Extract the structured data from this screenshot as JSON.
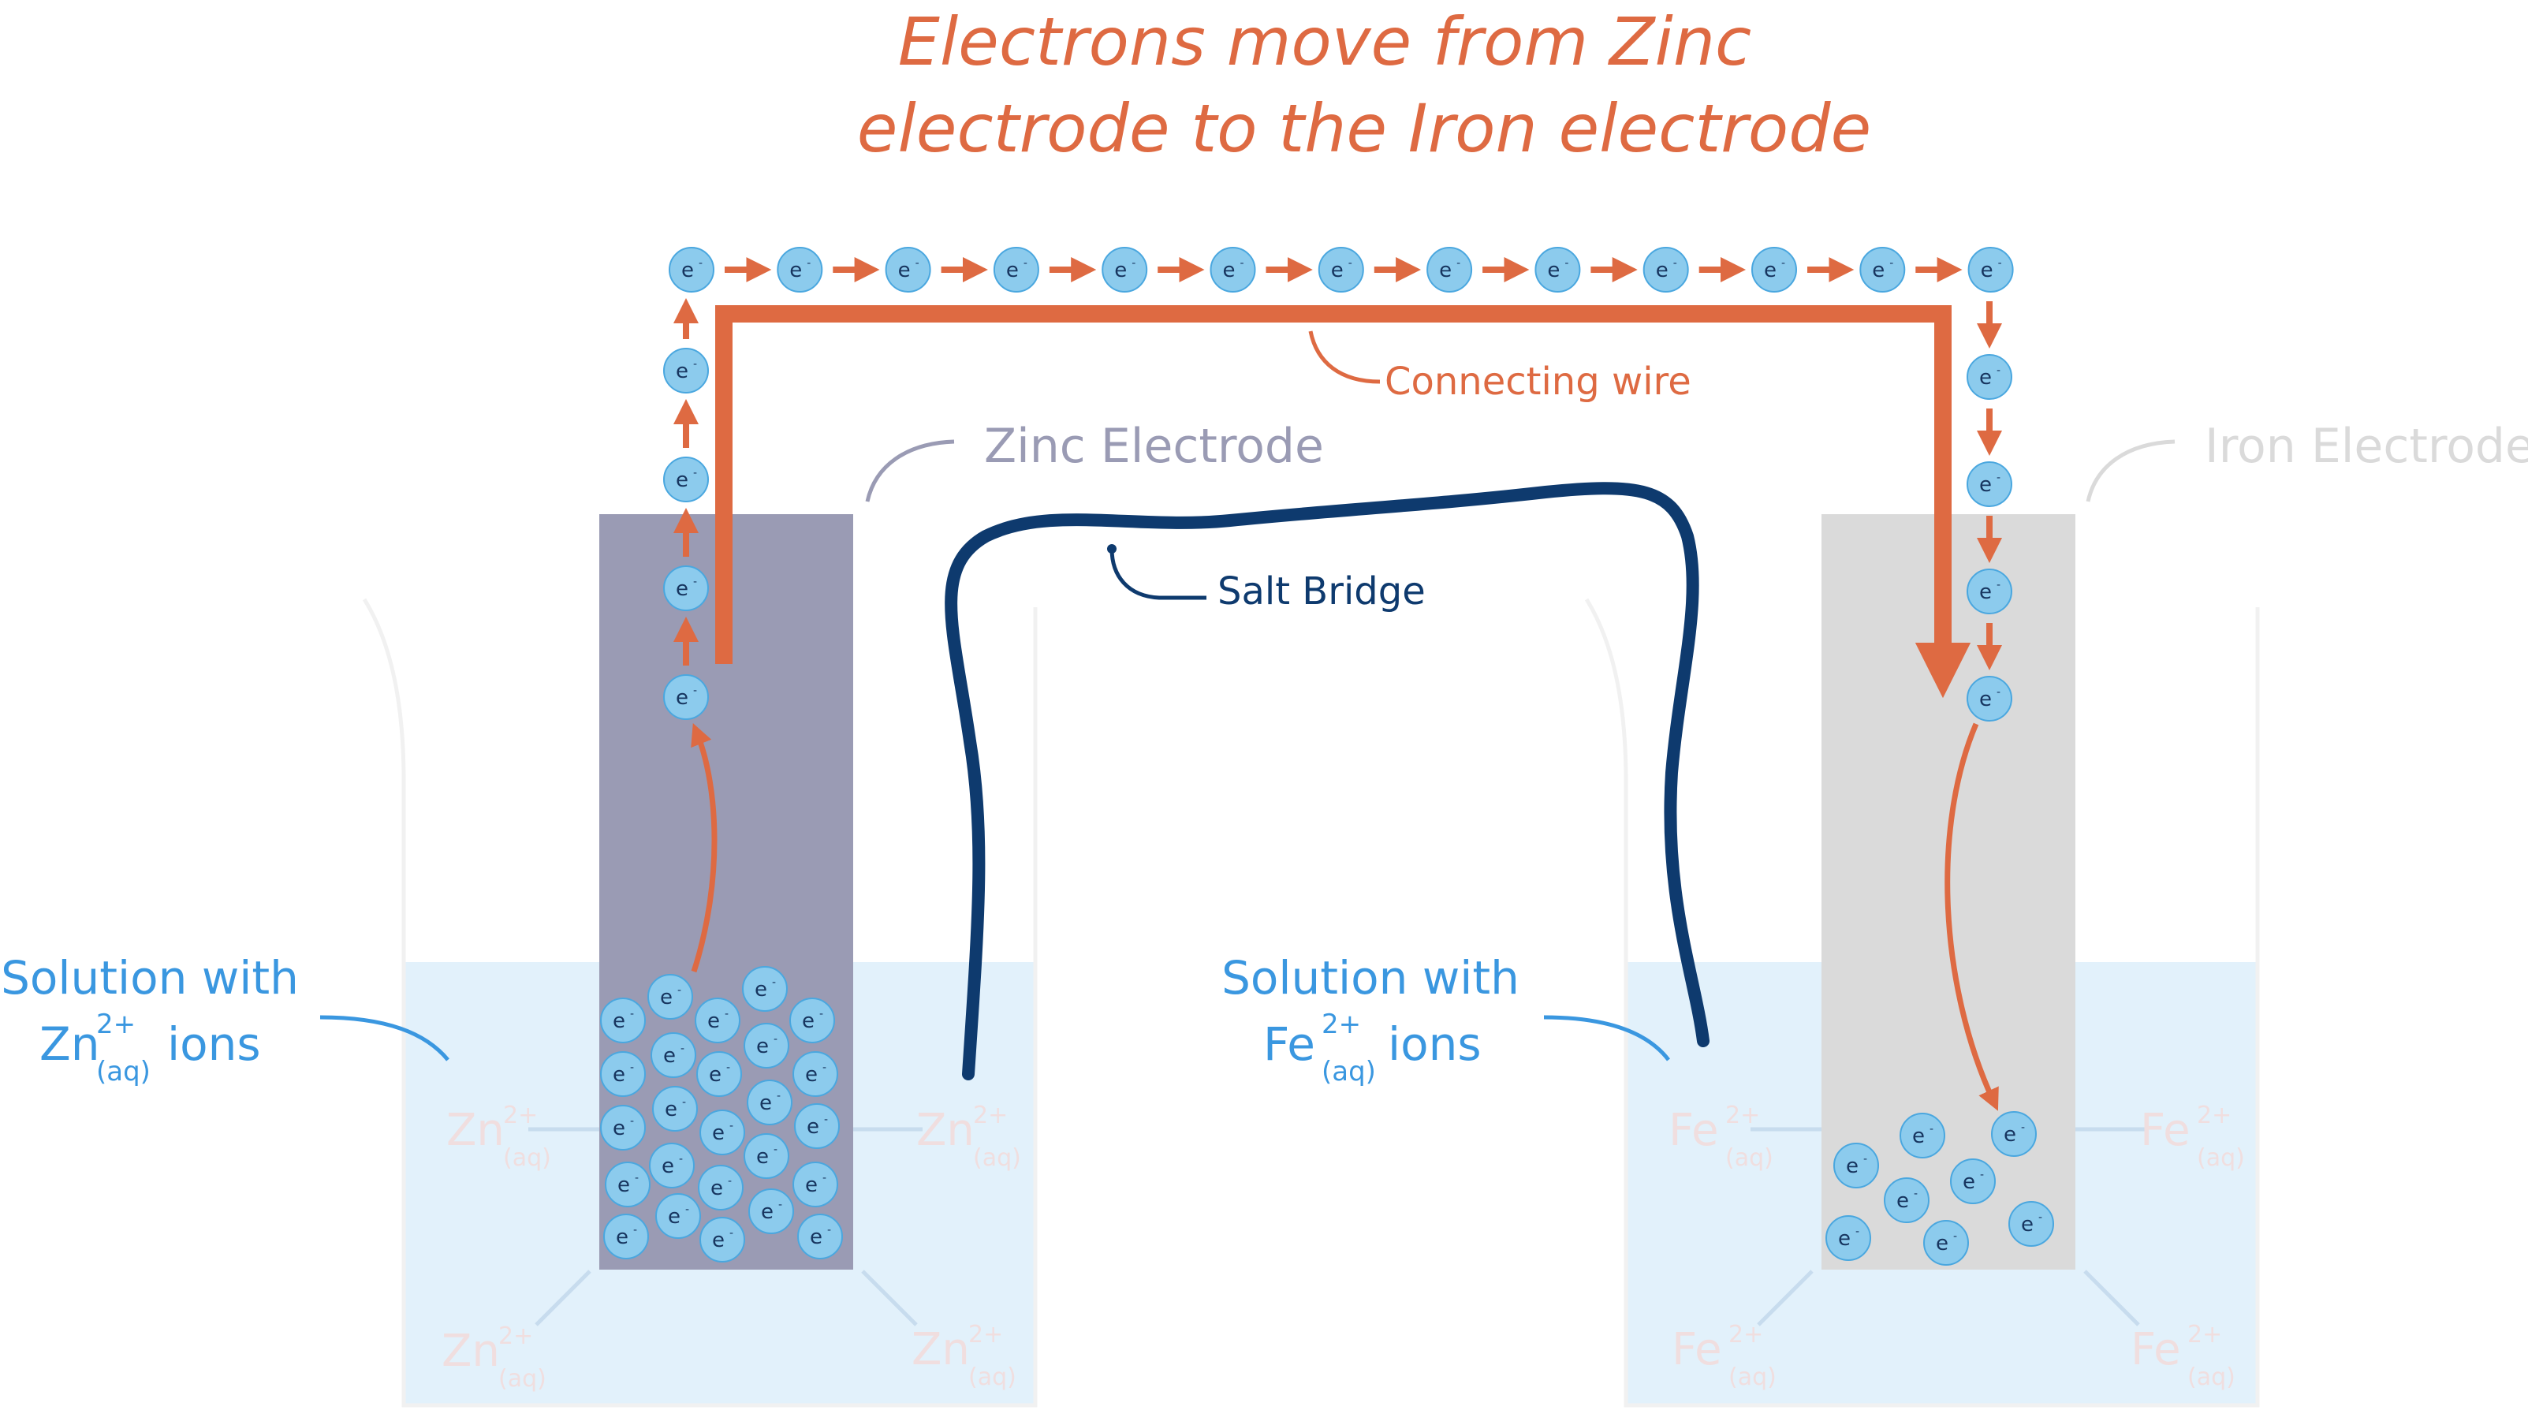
{
  "title": {
    "line1": "Electrons move from Zinc",
    "line2": "electrode to the Iron electrode"
  },
  "labels": {
    "connecting_wire": "Connecting wire",
    "zinc_electrode": "Zinc Electrode",
    "iron_electrode": "Iron Electrode",
    "salt_bridge": "Salt Bridge"
  },
  "left_solution": {
    "line1": "Solution with",
    "ion_symbol": "Zn",
    "ion_charge": "2+",
    "ion_state": "(aq)",
    "ion_word": "ions"
  },
  "right_solution": {
    "line1": "Solution with",
    "ion_symbol": "Fe",
    "ion_charge": "2+",
    "ion_state": "(aq)",
    "ion_word": "ions"
  },
  "ions": {
    "zinc": {
      "symbol": "Zn",
      "charge": "2+",
      "state": "(aq)"
    },
    "iron": {
      "symbol": "Fe",
      "charge": "2+",
      "state": "(aq)"
    }
  },
  "electron": {
    "symbol": "e",
    "charge": "-"
  },
  "colors": {
    "electron_flow": "#de6a42",
    "electron_fill": "#8ccbed",
    "zinc_electrode": "#9a9bb4",
    "iron_electrode": "#dadada",
    "salt_bridge": "#0e3a6e",
    "solution": "#e2f1fb",
    "solution_label": "#3a97e0"
  }
}
